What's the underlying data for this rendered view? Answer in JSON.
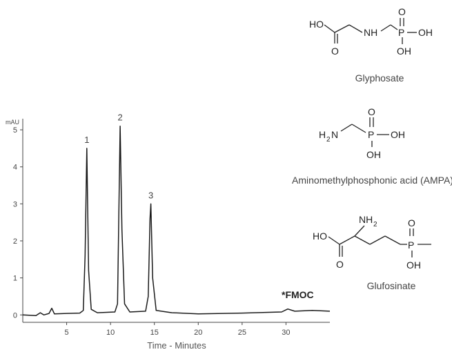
{
  "chart_data": {
    "type": "line",
    "xlabel": "Time - Minutes",
    "ylabel": "mAU",
    "xlim": [
      0,
      35
    ],
    "ylim": [
      -0.2,
      5.3
    ],
    "x_ticks": [
      "5",
      "10",
      "15",
      "20",
      "25",
      "30"
    ],
    "y_ticks": [
      "0",
      "1",
      "2",
      "3",
      "4",
      "5"
    ],
    "peaks": [
      {
        "label": "1",
        "x": 7.3,
        "y": 4.5
      },
      {
        "label": "2",
        "x": 11.1,
        "y": 5.1
      },
      {
        "label": "3",
        "x": 14.6,
        "y": 3.0
      }
    ],
    "annotations": [
      "*FMOC"
    ],
    "series": [
      {
        "points": [
          [
            0,
            0.0
          ],
          [
            1.5,
            -0.02
          ],
          [
            2.0,
            0.06
          ],
          [
            2.4,
            0.0
          ],
          [
            3.0,
            0.04
          ],
          [
            3.3,
            0.18
          ],
          [
            3.6,
            0.03
          ],
          [
            5.0,
            0.04
          ],
          [
            6.5,
            0.05
          ],
          [
            6.9,
            0.12
          ],
          [
            7.1,
            1.6
          ],
          [
            7.3,
            4.5
          ],
          [
            7.5,
            1.2
          ],
          [
            7.8,
            0.15
          ],
          [
            8.5,
            0.06
          ],
          [
            10.5,
            0.08
          ],
          [
            10.8,
            0.3
          ],
          [
            11.0,
            3.6
          ],
          [
            11.1,
            5.1
          ],
          [
            11.3,
            2.3
          ],
          [
            11.6,
            0.3
          ],
          [
            12.2,
            0.08
          ],
          [
            14.0,
            0.1
          ],
          [
            14.3,
            0.5
          ],
          [
            14.5,
            2.6
          ],
          [
            14.6,
            3.0
          ],
          [
            14.8,
            1.0
          ],
          [
            15.2,
            0.12
          ],
          [
            17.0,
            0.06
          ],
          [
            20.0,
            0.03
          ],
          [
            25.0,
            0.05
          ],
          [
            29.5,
            0.08
          ],
          [
            30.2,
            0.16
          ],
          [
            31.0,
            0.1
          ],
          [
            33.0,
            0.12
          ],
          [
            35.0,
            0.1
          ]
        ]
      }
    ]
  },
  "structures": {
    "glyphosate": {
      "name": "Glyphosate",
      "atoms": {
        "ho": "HO",
        "o": "O",
        "nh": "NH",
        "p": "P",
        "oh1": "OH",
        "oh2": "OH",
        "o2": "O"
      }
    },
    "ampa": {
      "name": "Aminomethylphosphonic acid (AMPA)",
      "atoms": {
        "h": "H",
        "two": "2",
        "n": "N",
        "p": "P",
        "oh1": "OH",
        "oh2": "OH",
        "o": "O"
      }
    },
    "glufosinate": {
      "name": "Glufosinate",
      "atoms": {
        "ho": "HO",
        "o": "O",
        "nh": "NH",
        "two": "2",
        "p": "P",
        "oh": "OH",
        "o2": "O"
      }
    }
  }
}
